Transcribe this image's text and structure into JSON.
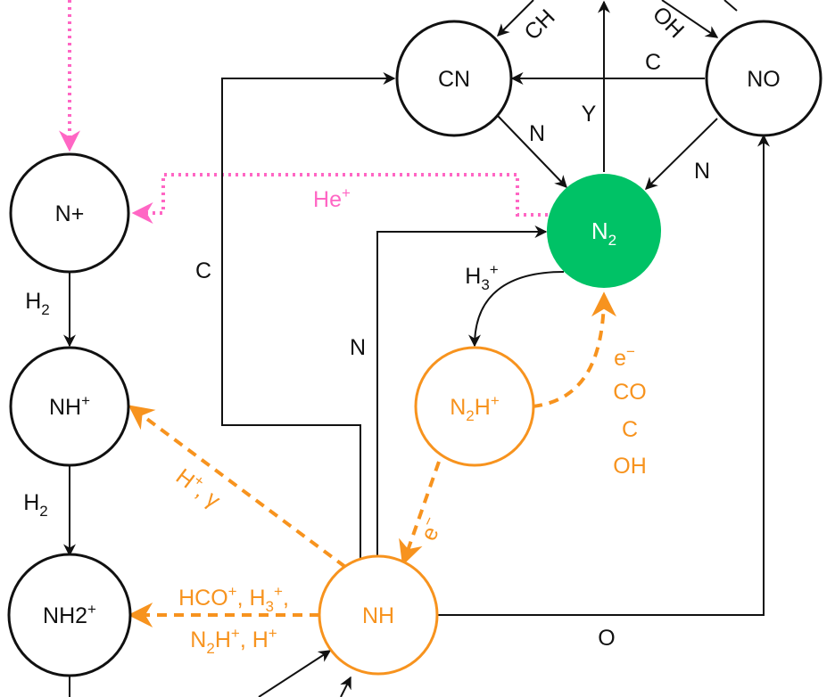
{
  "colors": {
    "black": "#111111",
    "orange": "#f7931e",
    "pink": "#ff66c4",
    "green": "#00c266"
  },
  "nodes": {
    "cn": "CN",
    "no": "NO",
    "n2": {
      "base": "N",
      "sub": "2"
    },
    "n_plus": "N+",
    "nh_plus": {
      "base": "NH",
      "sup": "+"
    },
    "nh2_plus": {
      "base": "NH2",
      "sup": "+"
    },
    "n2h_plus": {
      "base": "N",
      "sub": "2",
      "rest": "H",
      "sup": "+"
    },
    "nh": "NH"
  },
  "edge_labels": {
    "ch_top": "CH",
    "oh_top": "OH",
    "c_no_cn": "C",
    "y_n2_up": "Y",
    "n_cn_n2": "N",
    "n_no_n2": "N",
    "c_left_loop": "C",
    "n_nh_n2": "N",
    "o_nh_no": "O",
    "he_plus": {
      "base": "He",
      "sup": "+"
    },
    "h2_first": {
      "base": "H",
      "sub": "2"
    },
    "h2_second": {
      "base": "H",
      "sub": "2"
    },
    "h3_plus": {
      "base": "H",
      "sub": "3",
      "sup": "+"
    },
    "e_minus_top": {
      "base": "e",
      "sup": "−"
    },
    "co": "CO",
    "c_orange": "C",
    "oh_orange": "OH",
    "e_minus_bottom": {
      "base": "e",
      "sup": "−"
    },
    "h_plus_gamma": {
      "base": "H",
      "sup": "+",
      "rest": ", γ"
    },
    "hco_line1": {
      "a": "HCO",
      "a_sup": "+",
      "sep": ", H",
      "b_sub": "3",
      "b_sup": "+",
      "end": ","
    },
    "n2h_line2": {
      "a": "N",
      "a_sub": "2",
      "a_rest": "H",
      "a_sup": "+",
      "sep": ", H",
      "b_sup": "+"
    }
  }
}
